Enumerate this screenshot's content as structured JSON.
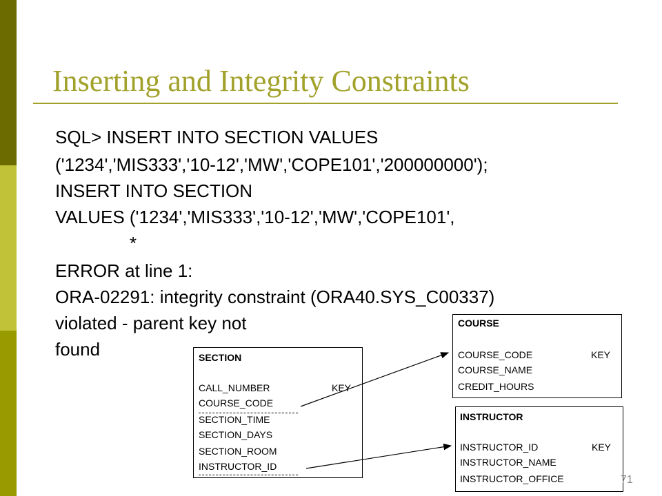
{
  "slide": {
    "title": "Inserting and Integrity Constraints",
    "page_number": "71"
  },
  "sql_lines": [
    "SQL> INSERT INTO SECTION VALUES",
    "('1234','MIS333','10-12','MW','COPE101','200000000');",
    "INSERT INTO SECTION",
    "VALUES ('1234','MIS333','10-12','MW','COPE101',",
    "*",
    "ERROR at line 1:",
    "ORA-02291: integrity constraint (ORA40.SYS_C00337)",
    "violated - parent key not",
    "found"
  ],
  "section_table": {
    "name": "SECTION",
    "fields": [
      "CALL_NUMBER",
      "COURSE_CODE",
      "SECTION_TIME",
      "SECTION_DAYS",
      "SECTION_ROOM",
      "INSTRUCTOR_ID"
    ],
    "key_label": "KEY"
  },
  "course_table": {
    "name": "COURSE",
    "fields": [
      "COURSE_CODE",
      "COURSE_NAME",
      "CREDIT_HOURS"
    ],
    "key_label": "KEY"
  },
  "instructor_table": {
    "name": "INSTRUCTOR",
    "fields": [
      "INSTRUCTOR_ID",
      "INSTRUCTOR_NAME",
      "INSTRUCTOR_OFFICE"
    ],
    "key_label": "KEY"
  }
}
